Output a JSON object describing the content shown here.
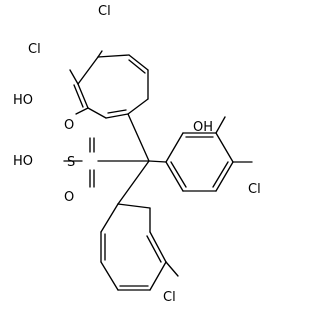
{
  "molecule": {
    "atom_labels": {
      "cl_ring1_top": "Cl",
      "cl_ring1_left": "Cl",
      "oh_ring1": "HO",
      "oh_ring2": "OH",
      "cl_ring2": "Cl",
      "so3h_hydroxyl": "HO",
      "so3h_sulfur": "S",
      "so3h_oxygen_top": "O",
      "so3h_oxygen_bottom": "O",
      "cl_ring3": "Cl"
    },
    "colors": {
      "bond": "#000000",
      "text": "#000000",
      "background": "#ffffff"
    }
  }
}
